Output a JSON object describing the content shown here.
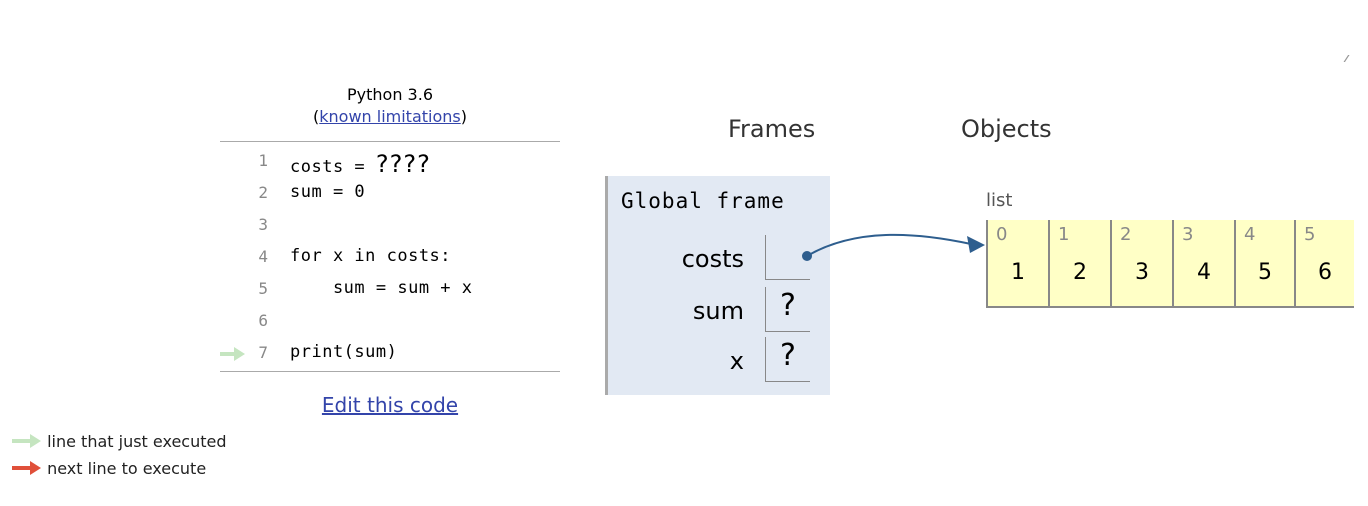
{
  "header": {
    "language": "Python 3.6",
    "paren_open": "(",
    "known_limitations": "known limitations",
    "paren_close": ")"
  },
  "code": {
    "lines": [
      {
        "num": "1",
        "text": "costs = ",
        "hand": "????"
      },
      {
        "num": "2",
        "text": "sum = 0"
      },
      {
        "num": "3",
        "text": ""
      },
      {
        "num": "4",
        "text": "for x in costs:"
      },
      {
        "num": "5",
        "text": "    sum = sum + x"
      },
      {
        "num": "6",
        "text": ""
      },
      {
        "num": "7",
        "text": "print(sum)"
      }
    ],
    "just_executed_line": 7
  },
  "edit_link": "Edit this code",
  "legend": {
    "just_executed": "line that just executed",
    "next_to_execute": "next line to execute"
  },
  "colors": {
    "just_executed_arrow": "#c5e5c0",
    "next_arrow": "#e0503a",
    "frame_bg": "#e2e9f3",
    "list_cell_bg": "#ffffc6",
    "pointer": "#2e5e8e",
    "link": "#3344aa"
  },
  "viz": {
    "frames_heading": "Frames",
    "objects_heading": "Objects",
    "frame_title": "Global frame",
    "variables": [
      {
        "name": "costs",
        "value": ""
      },
      {
        "name": "sum",
        "value": "?"
      },
      {
        "name": "x",
        "value": "?"
      }
    ],
    "list_type": "list",
    "list_items": [
      {
        "index": "0",
        "value": "1"
      },
      {
        "index": "1",
        "value": "2"
      },
      {
        "index": "2",
        "value": "3"
      },
      {
        "index": "3",
        "value": "4"
      },
      {
        "index": "4",
        "value": "5"
      },
      {
        "index": "5",
        "value": "6"
      }
    ]
  }
}
